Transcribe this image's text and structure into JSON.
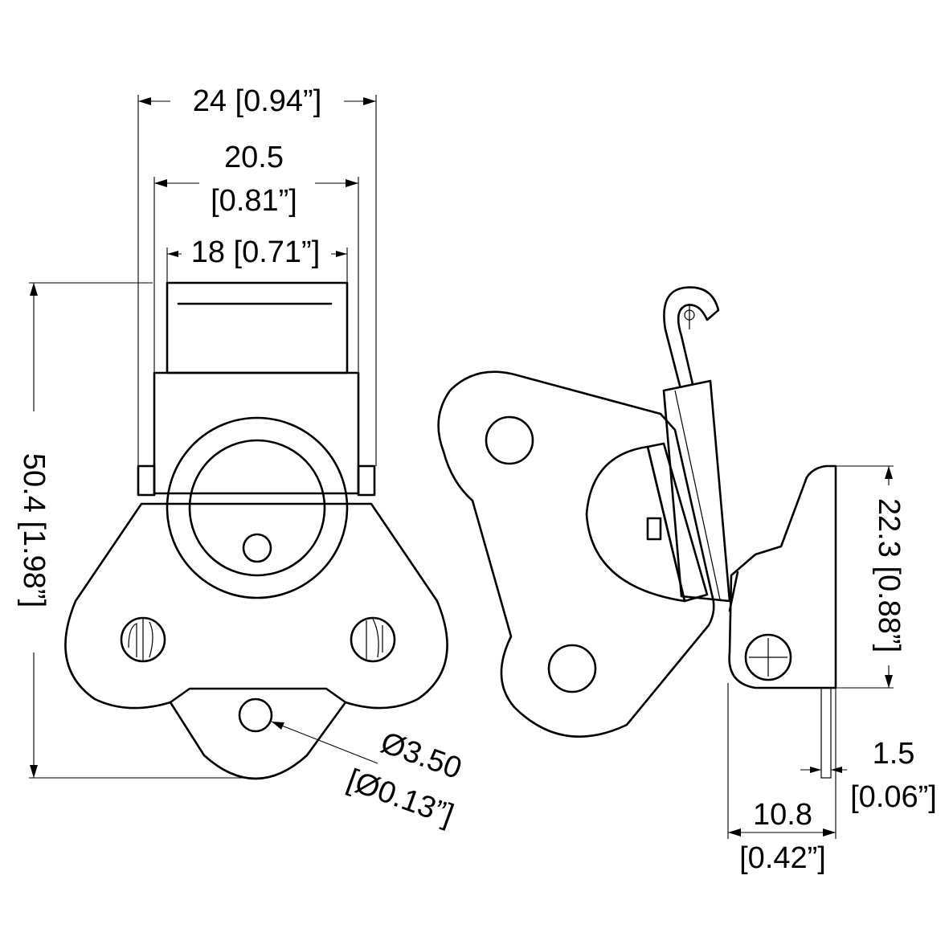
{
  "dimensions": {
    "overall_width": "24 [0.94”]",
    "body_width_mm": "20.5",
    "body_width_in": "[0.81”]",
    "keeper_width": "18 [0.71”]",
    "overall_height": "50.4 [1.98”]",
    "hole_dia_mm": "Ø3.50",
    "hole_dia_in": "[Ø0.13”]",
    "side_height": "22.3 [0.88”]",
    "thickness_mm": "1.5",
    "thickness_in": "[0.06”]",
    "depth_mm": "10.8",
    "depth_in": "[0.42”]"
  }
}
